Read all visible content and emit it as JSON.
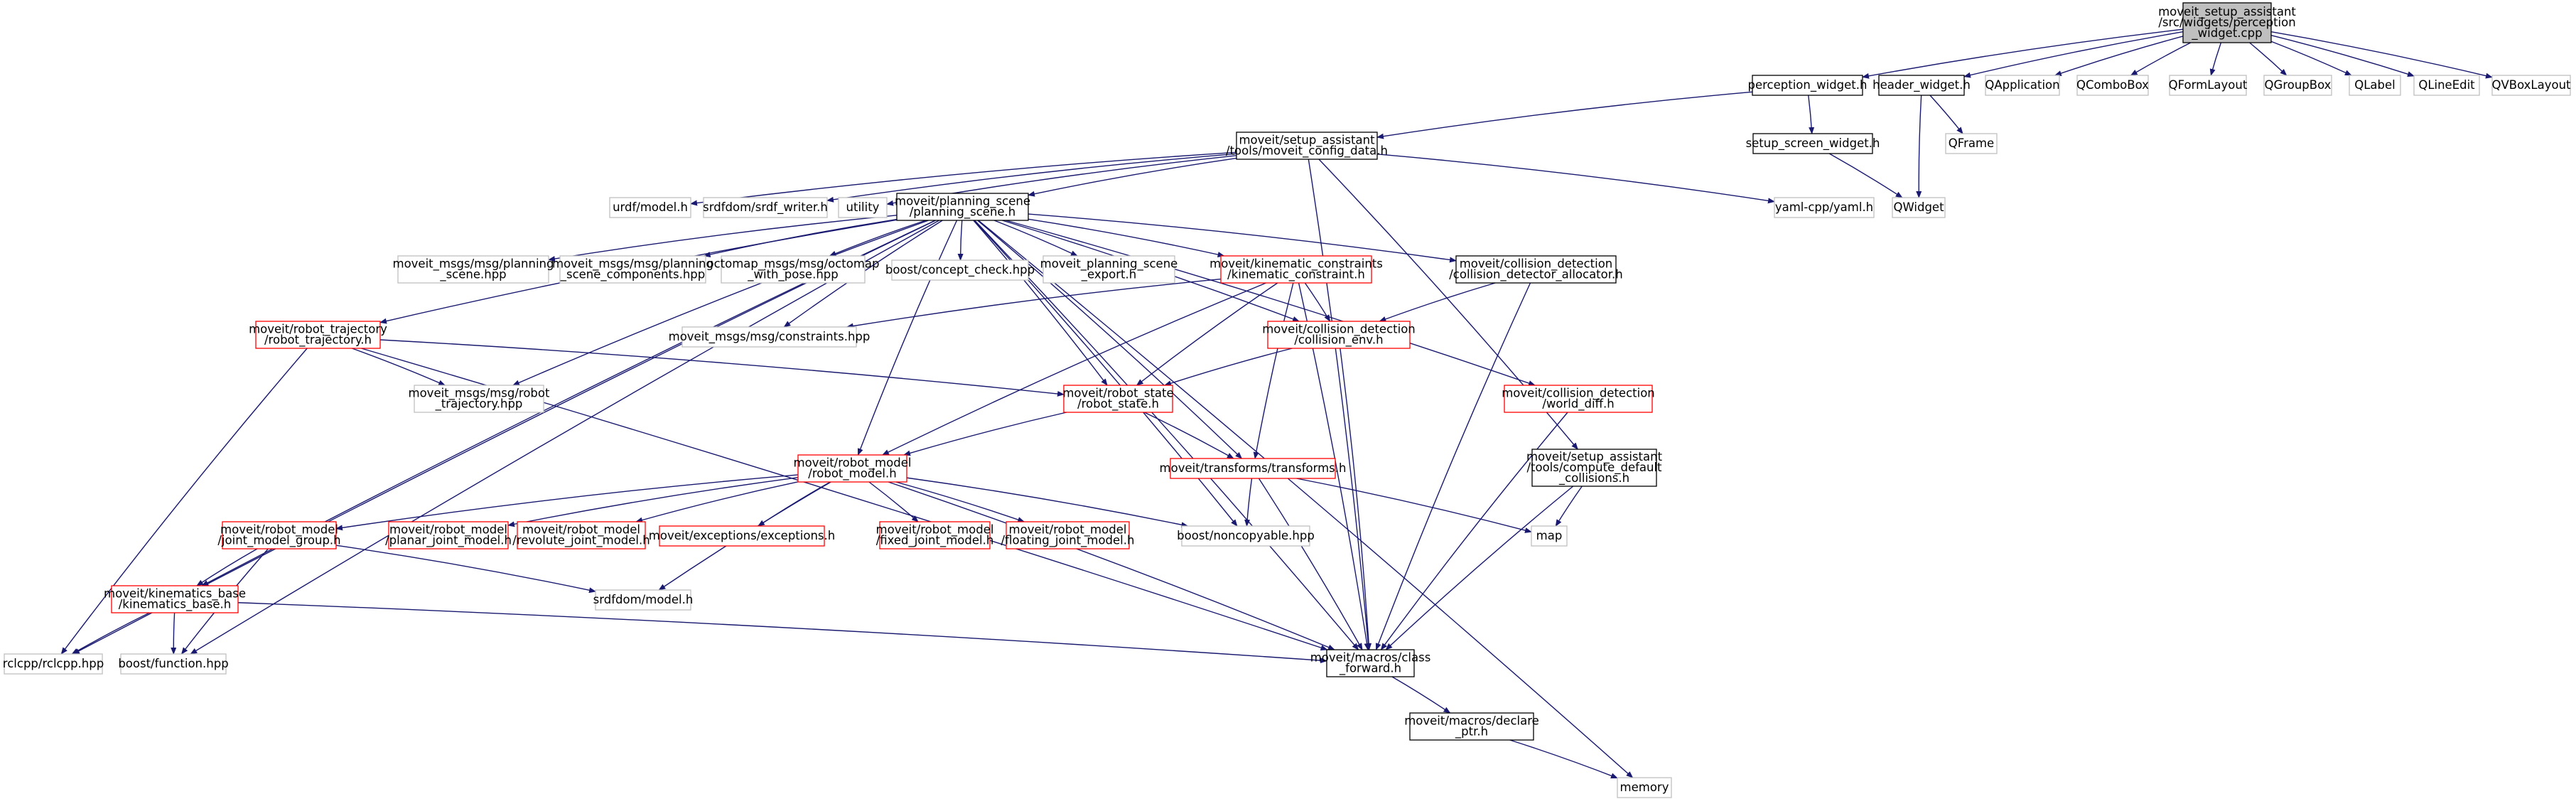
{
  "diagram": {
    "colors": {
      "edge": "#191970",
      "box_black": "#000000",
      "box_red": "#ff0000",
      "box_gray": "#bfbfbf",
      "root_fill": "#bfbfbf"
    },
    "nodes": {
      "root": {
        "label": [
          "moveit_setup_assistant",
          "/src/widgets/perception",
          "_widget.cpp"
        ],
        "style": "root"
      },
      "perception_widget": {
        "label": [
          "perception_widget.h"
        ],
        "style": "black"
      },
      "header_widget": {
        "label": [
          "header_widget.h"
        ],
        "style": "black"
      },
      "qapplication": {
        "label": [
          "QApplication"
        ],
        "style": "gray"
      },
      "qcombobox": {
        "label": [
          "QComboBox"
        ],
        "style": "gray"
      },
      "qformlayout": {
        "label": [
          "QFormLayout"
        ],
        "style": "gray"
      },
      "qgroupbox": {
        "label": [
          "QGroupBox"
        ],
        "style": "gray"
      },
      "qlabel": {
        "label": [
          "QLabel"
        ],
        "style": "gray"
      },
      "qlineedit": {
        "label": [
          "QLineEdit"
        ],
        "style": "gray"
      },
      "qvboxlayout": {
        "label": [
          "QVBoxLayout"
        ],
        "style": "gray"
      },
      "config_data": {
        "label": [
          "moveit/setup_assistant",
          "/tools/moveit_config_data.h"
        ],
        "style": "black"
      },
      "setup_screen": {
        "label": [
          "setup_screen_widget.h"
        ],
        "style": "black"
      },
      "qframe": {
        "label": [
          "QFrame"
        ],
        "style": "gray"
      },
      "qwidget": {
        "label": [
          "QWidget"
        ],
        "style": "gray"
      },
      "urdf_model": {
        "label": [
          "urdf/model.h"
        ],
        "style": "gray"
      },
      "srdf_writer": {
        "label": [
          "srdfdom/srdf_writer.h"
        ],
        "style": "gray"
      },
      "utility": {
        "label": [
          "utility"
        ],
        "style": "gray"
      },
      "planning_scene": {
        "label": [
          "moveit/planning_scene",
          "/planning_scene.h"
        ],
        "style": "black"
      },
      "yaml": {
        "label": [
          "yaml-cpp/yaml.h"
        ],
        "style": "gray"
      },
      "ps_hpp": {
        "label": [
          "moveit_msgs/msg/planning",
          "_scene.hpp"
        ],
        "style": "gray"
      },
      "ps_comp": {
        "label": [
          "moveit_msgs/msg/planning",
          "_scene_components.hpp"
        ],
        "style": "gray"
      },
      "octomap": {
        "label": [
          "octomap_msgs/msg/octomap",
          "_with_pose.hpp"
        ],
        "style": "gray"
      },
      "concept_check": {
        "label": [
          "boost/concept_check.hpp"
        ],
        "style": "gray"
      },
      "ps_export": {
        "label": [
          "moveit_planning_scene",
          "_export.h"
        ],
        "style": "gray"
      },
      "kin_constraint": {
        "label": [
          "moveit/kinematic_constraints",
          "/kinematic_constraint.h"
        ],
        "style": "red"
      },
      "cd_alloc": {
        "label": [
          "moveit/collision_detection",
          "/collision_detector_allocator.h"
        ],
        "style": "black"
      },
      "robot_traj": {
        "label": [
          "moveit/robot_trajectory",
          "/robot_trajectory.h"
        ],
        "style": "red"
      },
      "constraints": {
        "label": [
          "moveit_msgs/msg/constraints.hpp"
        ],
        "style": "gray"
      },
      "collision_env": {
        "label": [
          "moveit/collision_detection",
          "/collision_env.h"
        ],
        "style": "red"
      },
      "robot_traj_hpp": {
        "label": [
          "moveit_msgs/msg/robot",
          "_trajectory.hpp"
        ],
        "style": "gray"
      },
      "robot_state": {
        "label": [
          "moveit/robot_state",
          "/robot_state.h"
        ],
        "style": "red"
      },
      "world_diff": {
        "label": [
          "moveit/collision_detection",
          "/world_diff.h"
        ],
        "style": "red"
      },
      "robot_model": {
        "label": [
          "moveit/robot_model",
          "/robot_model.h"
        ],
        "style": "red"
      },
      "transforms": {
        "label": [
          "moveit/transforms/transforms.h"
        ],
        "style": "red"
      },
      "compute_default": {
        "label": [
          "moveit/setup_assistant",
          "/tools/compute_default",
          "_collisions.h"
        ],
        "style": "black"
      },
      "jmg": {
        "label": [
          "moveit/robot_model",
          "/joint_model_group.h"
        ],
        "style": "red"
      },
      "planar": {
        "label": [
          "moveit/robot_model",
          "/planar_joint_model.h"
        ],
        "style": "red"
      },
      "revolute": {
        "label": [
          "moveit/robot_model",
          "/revolute_joint_model.h"
        ],
        "style": "red"
      },
      "exceptions": {
        "label": [
          "moveit/exceptions/exceptions.h"
        ],
        "style": "red"
      },
      "fixed": {
        "label": [
          "moveit/robot_model",
          "/fixed_joint_model.h"
        ],
        "style": "red"
      },
      "floating": {
        "label": [
          "moveit/robot_model",
          "/floating_joint_model.h"
        ],
        "style": "red"
      },
      "noncopyable": {
        "label": [
          "boost/noncopyable.hpp"
        ],
        "style": "gray"
      },
      "map": {
        "label": [
          "map"
        ],
        "style": "gray"
      },
      "kin_base": {
        "label": [
          "moveit/kinematics_base",
          "/kinematics_base.h"
        ],
        "style": "red"
      },
      "srdf_model": {
        "label": [
          "srdfdom/model.h"
        ],
        "style": "gray"
      },
      "rclcpp": {
        "label": [
          "rclcpp/rclcpp.hpp"
        ],
        "style": "gray"
      },
      "boost_function": {
        "label": [
          "boost/function.hpp"
        ],
        "style": "gray"
      },
      "class_forward": {
        "label": [
          "moveit/macros/class",
          "_forward.h"
        ],
        "style": "black"
      },
      "declare_ptr": {
        "label": [
          "moveit/macros/declare",
          "_ptr.h"
        ],
        "style": "black"
      },
      "memory": {
        "label": [
          "memory"
        ],
        "style": "gray"
      }
    },
    "edges": [
      [
        "root",
        "perception_widget"
      ],
      [
        "root",
        "header_widget"
      ],
      [
        "root",
        "qapplication"
      ],
      [
        "root",
        "qcombobox"
      ],
      [
        "root",
        "qformlayout"
      ],
      [
        "root",
        "qgroupbox"
      ],
      [
        "root",
        "qlabel"
      ],
      [
        "root",
        "qlineedit"
      ],
      [
        "root",
        "qvboxlayout"
      ],
      [
        "perception_widget",
        "config_data"
      ],
      [
        "perception_widget",
        "setup_screen"
      ],
      [
        "header_widget",
        "qframe"
      ],
      [
        "header_widget",
        "qwidget"
      ],
      [
        "setup_screen",
        "qwidget"
      ],
      [
        "config_data",
        "urdf_model"
      ],
      [
        "config_data",
        "srdf_writer"
      ],
      [
        "config_data",
        "utility"
      ],
      [
        "config_data",
        "planning_scene"
      ],
      [
        "config_data",
        "yaml"
      ],
      [
        "config_data",
        "compute_default"
      ],
      [
        "config_data",
        "class_forward"
      ],
      [
        "planning_scene",
        "ps_hpp"
      ],
      [
        "planning_scene",
        "ps_comp"
      ],
      [
        "planning_scene",
        "octomap"
      ],
      [
        "planning_scene",
        "concept_check"
      ],
      [
        "planning_scene",
        "ps_export"
      ],
      [
        "planning_scene",
        "kin_constraint"
      ],
      [
        "planning_scene",
        "cd_alloc"
      ],
      [
        "planning_scene",
        "robot_traj"
      ],
      [
        "planning_scene",
        "constraints"
      ],
      [
        "planning_scene",
        "collision_env"
      ],
      [
        "planning_scene",
        "robot_traj_hpp"
      ],
      [
        "planning_scene",
        "robot_state"
      ],
      [
        "planning_scene",
        "world_diff"
      ],
      [
        "planning_scene",
        "robot_model"
      ],
      [
        "planning_scene",
        "transforms"
      ],
      [
        "planning_scene",
        "noncopyable"
      ],
      [
        "planning_scene",
        "kin_base"
      ],
      [
        "planning_scene",
        "rclcpp"
      ],
      [
        "planning_scene",
        "boost_function"
      ],
      [
        "planning_scene",
        "class_forward"
      ],
      [
        "planning_scene",
        "memory"
      ],
      [
        "kin_constraint",
        "constraints"
      ],
      [
        "kin_constraint",
        "collision_env"
      ],
      [
        "kin_constraint",
        "robot_state"
      ],
      [
        "kin_constraint",
        "robot_model"
      ],
      [
        "kin_constraint",
        "transforms"
      ],
      [
        "kin_constraint",
        "class_forward"
      ],
      [
        "cd_alloc",
        "collision_env"
      ],
      [
        "cd_alloc",
        "class_forward"
      ],
      [
        "robot_traj",
        "robot_traj_hpp"
      ],
      [
        "robot_traj",
        "robot_state"
      ],
      [
        "robot_traj",
        "rclcpp"
      ],
      [
        "robot_traj",
        "class_forward"
      ],
      [
        "collision_env",
        "robot_state"
      ],
      [
        "collision_env",
        "class_forward"
      ],
      [
        "robot_state",
        "robot_model"
      ],
      [
        "robot_state",
        "transforms"
      ],
      [
        "world_diff",
        "class_forward"
      ],
      [
        "robot_model",
        "jmg"
      ],
      [
        "robot_model",
        "planar"
      ],
      [
        "robot_model",
        "revolute"
      ],
      [
        "robot_model",
        "exceptions"
      ],
      [
        "robot_model",
        "fixed"
      ],
      [
        "robot_model",
        "floating"
      ],
      [
        "robot_model",
        "noncopyable"
      ],
      [
        "robot_model",
        "srdf_model"
      ],
      [
        "robot_model",
        "class_forward"
      ],
      [
        "transforms",
        "noncopyable"
      ],
      [
        "transforms",
        "map"
      ],
      [
        "transforms",
        "class_forward"
      ],
      [
        "compute_default",
        "map"
      ],
      [
        "compute_default",
        "class_forward"
      ],
      [
        "jmg",
        "kin_base"
      ],
      [
        "jmg",
        "srdf_model"
      ],
      [
        "jmg",
        "boost_function"
      ],
      [
        "kin_base",
        "rclcpp"
      ],
      [
        "kin_base",
        "boost_function"
      ],
      [
        "kin_base",
        "class_forward"
      ],
      [
        "class_forward",
        "declare_ptr"
      ],
      [
        "declare_ptr",
        "memory"
      ]
    ]
  }
}
